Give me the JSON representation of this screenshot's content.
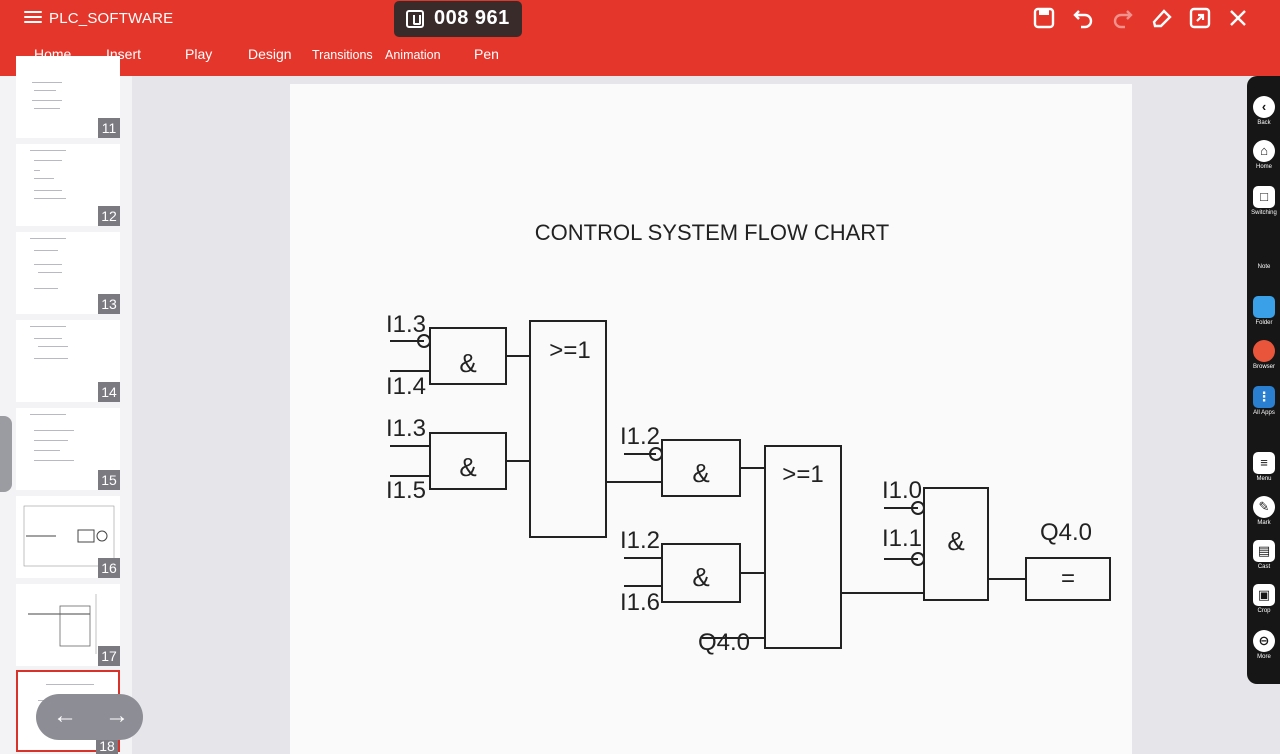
{
  "app": {
    "title": "PLC_SOFTWARE",
    "room_code": "008 961",
    "accent_color": "#e4362b"
  },
  "tabs": [
    {
      "label": "Home"
    },
    {
      "label": "Insert"
    },
    {
      "label": "Play"
    },
    {
      "label": "Design"
    },
    {
      "label": "Transitions"
    },
    {
      "label": "Animation"
    },
    {
      "label": "Pen"
    }
  ],
  "toolbar_icons": [
    "save-icon",
    "undo-icon",
    "redo-icon",
    "eraser-icon",
    "export-icon",
    "close-icon"
  ],
  "slides": [
    {
      "number": "11"
    },
    {
      "number": "12"
    },
    {
      "number": "13"
    },
    {
      "number": "14"
    },
    {
      "number": "15"
    },
    {
      "number": "16"
    },
    {
      "number": "17"
    },
    {
      "number": "18"
    }
  ],
  "slide": {
    "title": "CONTROL SYSTEM FLOW CHART",
    "gates": {
      "and": "&",
      "or": ">=1",
      "assign": "="
    },
    "inputs": {
      "a1_top": "I1.3",
      "a1_bottom": "I1.4",
      "a2_top": "I1.3",
      "a2_bottom": "I1.5",
      "a3_top": "I1.2",
      "a4_top": "I1.2",
      "a4_bottom": "I1.6",
      "or2_extra": "Q4.0",
      "a5_top": "I1.0",
      "a5_bottom": "I1.1"
    },
    "output_label": "Q4.0"
  },
  "right_toolbar": [
    {
      "icon": "back-icon",
      "label": "Back"
    },
    {
      "icon": "home-icon",
      "label": "Home"
    },
    {
      "icon": "switch-icon",
      "label": "Switching"
    },
    {
      "icon": "note-icon",
      "label": "Note"
    },
    {
      "icon": "folder-icon",
      "label": "Folder"
    },
    {
      "icon": "browser-icon",
      "label": "Browser"
    },
    {
      "icon": "apps-icon",
      "label": "All Apps"
    },
    {
      "icon": "menu-icon",
      "label": "Menu"
    },
    {
      "icon": "mark-icon",
      "label": "Mark"
    },
    {
      "icon": "cast-icon",
      "label": "Cast"
    },
    {
      "icon": "crop-icon",
      "label": "Crop"
    },
    {
      "icon": "more-icon",
      "label": "More"
    }
  ]
}
